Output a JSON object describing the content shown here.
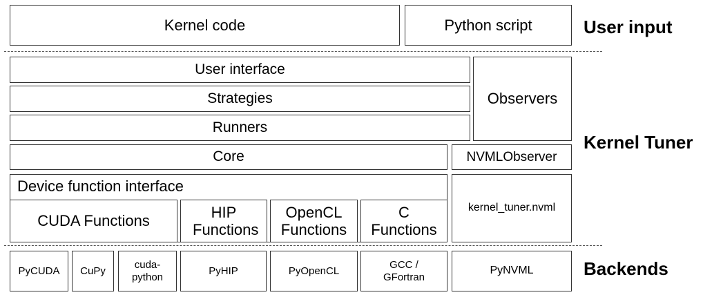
{
  "layers": {
    "user_input": "User input",
    "kernel_tuner": "Kernel Tuner",
    "backends": "Backends"
  },
  "user_input": {
    "kernel_code": "Kernel code",
    "python_script": "Python script"
  },
  "tuner": {
    "user_interface": "User interface",
    "strategies": "Strategies",
    "runners": "Runners",
    "core": "Core",
    "observers": "Observers",
    "nvml_observer": "NVMLObserver",
    "device_function_interface": "Device function interface",
    "cuda_functions": "CUDA Functions",
    "hip_functions": "HIP Functions",
    "opencl_functions": "OpenCL Functions",
    "c_functions": "C Functions",
    "kernel_tuner_nvml": "kernel_tuner.nvml"
  },
  "backends": {
    "pycuda": "PyCUDA",
    "cupy": "CuPy",
    "cuda_python": "cuda-python",
    "pyhip": "PyHIP",
    "pyopencl": "PyOpenCL",
    "gcc_gfortran": "GCC / GFortran",
    "pynvml": "PyNVML"
  }
}
